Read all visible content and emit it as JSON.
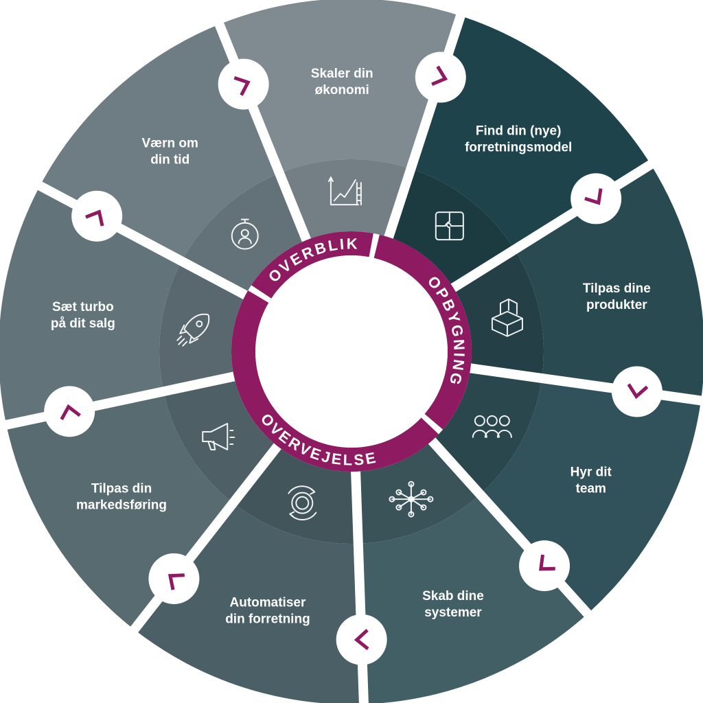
{
  "colors": {
    "accent": "#8e1b62",
    "divider": "#ffffff",
    "center": "#ffffff"
  },
  "phases": [
    {
      "label": "OVERBLIK"
    },
    {
      "label": "OPBYGNING"
    },
    {
      "label": "OVERVEJELSE"
    }
  ],
  "segments": [
    {
      "line1": "Skaler din",
      "line2": "økonomi",
      "icon": "growth-chart-icon",
      "color": "#7f8b91",
      "inner": "#737f85"
    },
    {
      "line1": "Find din (nye)",
      "line2": "forretningsmodel",
      "icon": "puzzle-icon",
      "color": "#1e434a",
      "inner": "#1b3b41"
    },
    {
      "line1": "Tilpas dine",
      "line2": "produkter",
      "icon": "boxes-icon",
      "color": "#294a51",
      "inner": "#243f45"
    },
    {
      "line1": "Hyr dit",
      "line2": "team",
      "icon": "team-icon",
      "color": "#31525a",
      "inner": "#2b474e"
    },
    {
      "line1": "Skab dine",
      "line2": "systemer",
      "icon": "network-icon",
      "color": "#435f66",
      "inner": "#3a5359"
    },
    {
      "line1": "Automatiser",
      "line2": "din forretning",
      "icon": "gear-cycle-icon",
      "color": "#4a5f66",
      "inner": "#41555b"
    },
    {
      "line1": "Tilpas din",
      "line2": "markedsføring",
      "icon": "megaphone-icon",
      "color": "#586b71",
      "inner": "#4e6066"
    },
    {
      "line1": "Sæt turbo",
      "line2": "på dit salg",
      "icon": "rocket-icon",
      "color": "#627379",
      "inner": "#58686e"
    },
    {
      "line1": "Værn om",
      "line2": "din tid",
      "icon": "stopwatch-icon",
      "color": "#6e7d83",
      "inner": "#637278"
    }
  ]
}
